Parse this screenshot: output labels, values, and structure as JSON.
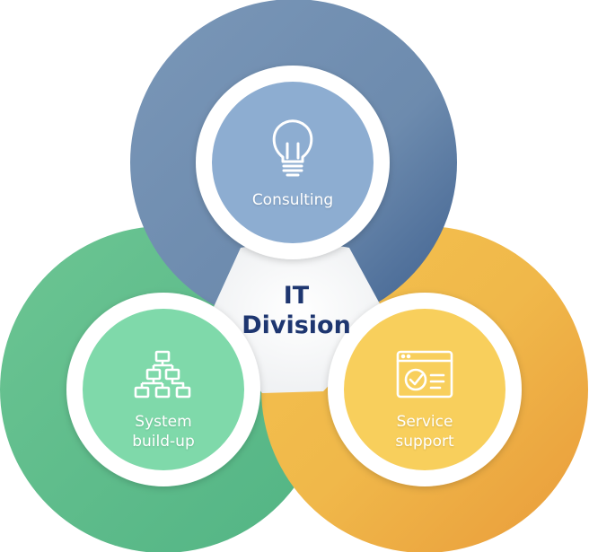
{
  "center": {
    "line1": "IT",
    "line2": "Division"
  },
  "nodes": {
    "consulting": {
      "label": "Consulting",
      "icon": "lightbulb-icon"
    },
    "system": {
      "line1": "System",
      "line2": "build-up",
      "icon": "org-chart-icon"
    },
    "service": {
      "line1": "Service",
      "line2": "support",
      "icon": "checklist-window-icon"
    }
  },
  "colors": {
    "blue_ring": "#6f8fb1",
    "blue_inner": "#8dadd1",
    "green_ring": "#5dbd8c",
    "green_inner": "#7fd9aa",
    "yellow_ring": "#f0b94a",
    "yellow_inner": "#f8cf5c",
    "center_text": "#1e3670"
  }
}
